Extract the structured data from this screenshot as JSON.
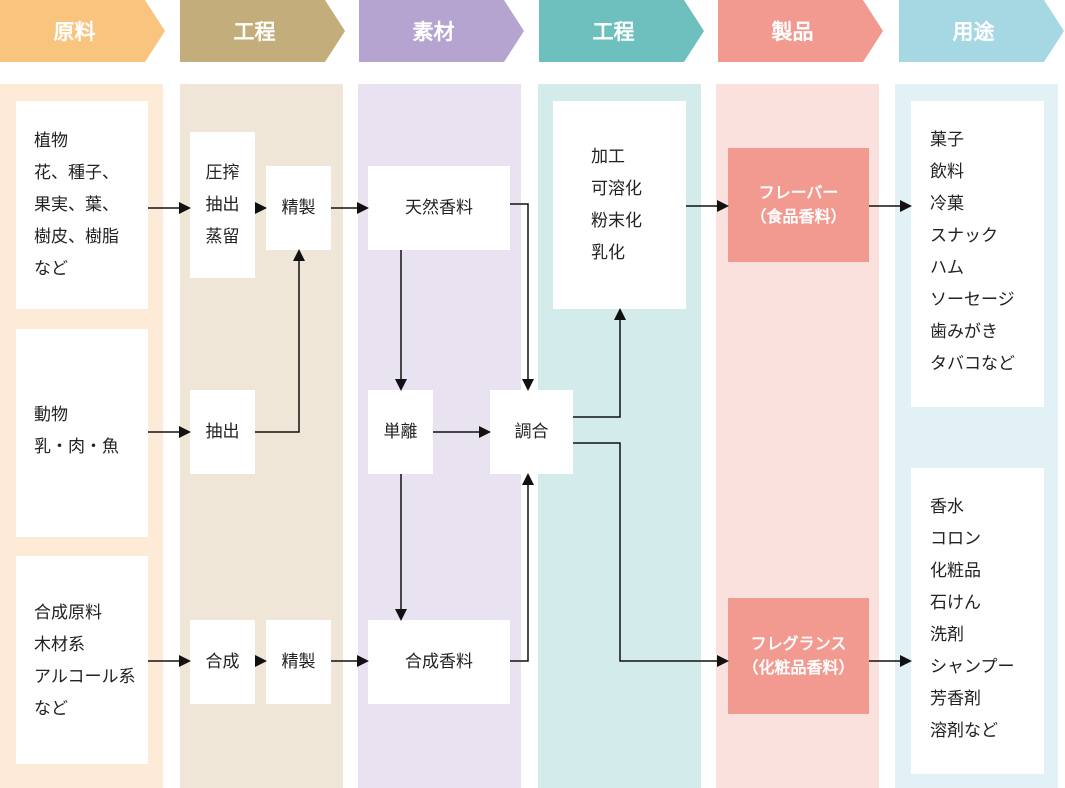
{
  "headers": {
    "raw": "原料",
    "process1": "工程",
    "material": "素材",
    "process2": "工程",
    "product": "製品",
    "use": "用途"
  },
  "raw": {
    "plants": [
      "植物",
      "花、種子、",
      "果実、葉、",
      "樹皮、樹脂",
      "など"
    ],
    "animals": [
      "動物",
      "乳・肉・魚"
    ],
    "synthetic": [
      "合成原料",
      "木材系",
      "アルコール系",
      "など"
    ]
  },
  "process1": {
    "extraction_methods": [
      "圧搾",
      "抽出",
      "蒸留"
    ],
    "refine_top": "精製",
    "extract": "抽出",
    "synthesis": "合成",
    "refine_bottom": "精製"
  },
  "material": {
    "natural": "天然香料",
    "isolation": "単離",
    "synthetic": "合成香料"
  },
  "process2": {
    "processing": [
      "加工",
      "可溶化",
      "粉末化",
      "乳化"
    ],
    "blending": "調合"
  },
  "product": {
    "flavor": {
      "name": "フレーバー",
      "sub": "（食品香料）"
    },
    "fragrance": {
      "name": "フレグランス",
      "sub": "（化粧品香料）"
    }
  },
  "use": {
    "flavor_uses": [
      "菓子",
      "飲料",
      "冷菓",
      "スナック",
      "ハム",
      "ソーセージ",
      "歯みがき",
      "タバコなど"
    ],
    "fragrance_uses": [
      "香水",
      "コロン",
      "化粧品",
      "石けん",
      "洗剤",
      "シャンプー",
      "芳香剤",
      "溶剤など"
    ]
  },
  "colors": {
    "raw": "#f9c47e",
    "process": "#c3ad7a",
    "material": "#b5a4cf",
    "process2": "#6dc0be",
    "product": "#f29a90",
    "use": "#a6d8e3"
  }
}
